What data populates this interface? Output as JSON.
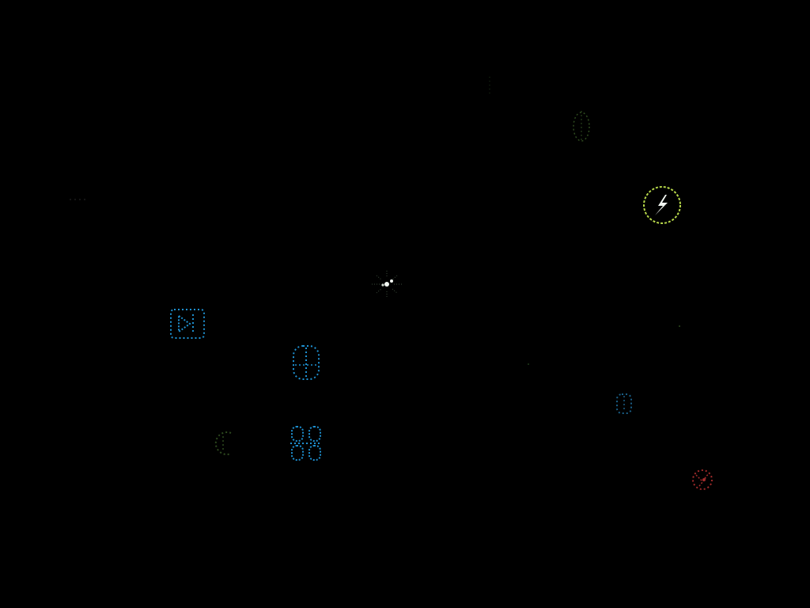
{
  "colors": {
    "background": "#000000",
    "dim_green": "#2e4a1f",
    "faint_green": "#1f3a1a",
    "ring_yellow": "#b7d84a",
    "bolt_white": "#f2f7f2",
    "blue": "#1e90d0",
    "dim_blue": "#1a5e86",
    "red": "#a02b2b",
    "speck": "#2a2a2a"
  },
  "field": {
    "sprites": [
      {
        "name": "distant-speck",
        "icon": "dot"
      },
      {
        "name": "dim-beetle-enemy",
        "icon": "beetle-outline"
      },
      {
        "name": "lightning-orb-pickup",
        "icon": "circle-bolt"
      },
      {
        "name": "player-ship",
        "icon": "starburst"
      },
      {
        "name": "blue-box-glyph-enemy",
        "icon": "boxed-triangle"
      },
      {
        "name": "blue-capsule-glyph-enemy",
        "icon": "capsule"
      },
      {
        "name": "blue-cross-glyph-enemy",
        "icon": "double-capsule-cross"
      },
      {
        "name": "dim-c-glyph-enemy",
        "icon": "c-glyph"
      },
      {
        "name": "dim-blue-glyph-enemy",
        "icon": "small-bracket"
      },
      {
        "name": "red-blob-enemy",
        "icon": "red-blob"
      }
    ]
  }
}
